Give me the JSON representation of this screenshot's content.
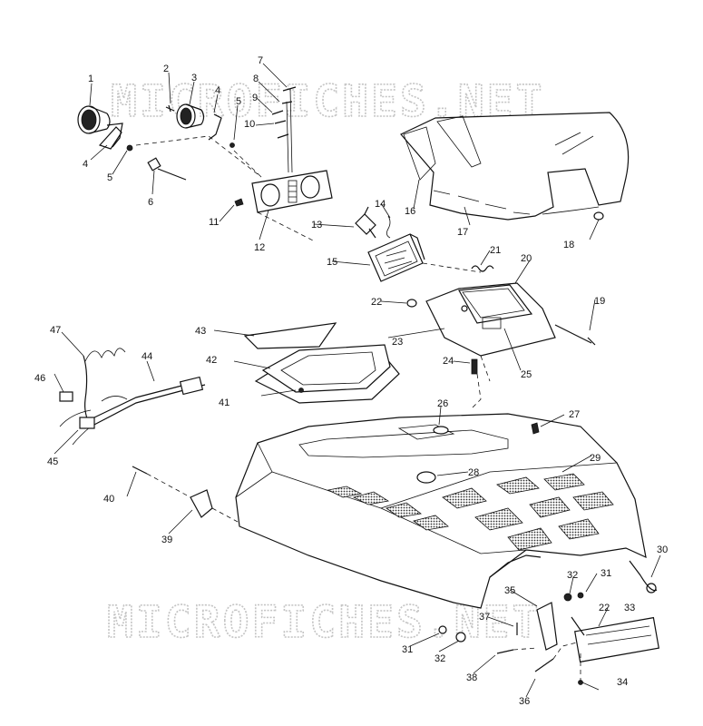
{
  "watermark": "MICROFICHES.NET",
  "callouts": [
    "1",
    "2",
    "3",
    "4",
    "4",
    "5",
    "5",
    "6",
    "7",
    "8",
    "9",
    "10",
    "11",
    "12",
    "13",
    "14",
    "15",
    "16",
    "17",
    "18",
    "19",
    "20",
    "21",
    "22",
    "22",
    "23",
    "24",
    "25",
    "26",
    "27",
    "28",
    "29",
    "30",
    "31",
    "31",
    "32",
    "32",
    "33",
    "34",
    "35",
    "36",
    "37",
    "38",
    "39",
    "40",
    "41",
    "42",
    "43",
    "44",
    "45",
    "46",
    "47"
  ],
  "colors": {
    "line": "#111111",
    "watermark_stroke": "#c4c4c4",
    "background": "#ffffff"
  }
}
